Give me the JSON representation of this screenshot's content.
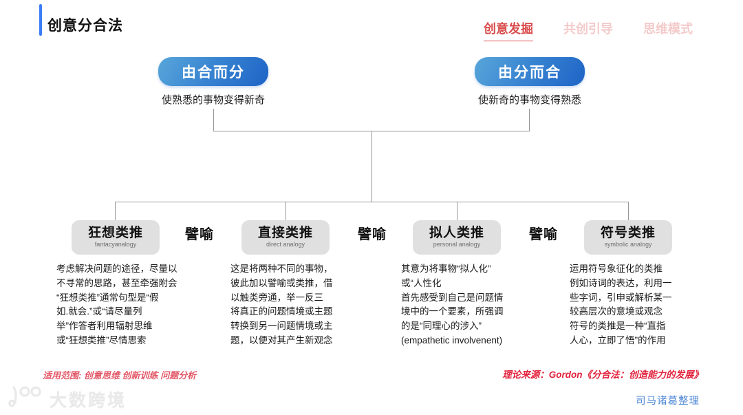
{
  "header": {
    "title": "创意分合法",
    "tabs": [
      {
        "label": "创意发掘",
        "active": true
      },
      {
        "label": "共创引导",
        "active": false
      },
      {
        "label": "思维模式",
        "active": false
      }
    ]
  },
  "branches": [
    {
      "label": "由合而分",
      "caption": "使熟悉的事物变得新奇"
    },
    {
      "label": "由分而合",
      "caption": "使新奇的事物变得熟悉"
    }
  ],
  "metaphor_labels": [
    "譬喻",
    "譬喻",
    "譬喻"
  ],
  "categories": [
    {
      "title": "狂想类推",
      "subtitle": "fantacyanalogy",
      "description": "考虑解决问题的途径，尽量以\n不寻常的思路，甚至牵强附会\n“狂想类推”通常句型是“假\n如.就会.”或“请尽量列\n举”作答者利用辐射思维\n或“狂想类推”尽情思索"
    },
    {
      "title": "直接类推",
      "subtitle": "direct analogy",
      "description": "这是将两种不同的事物，\n彼此加以譬喻或类推，借\n以触类旁通，举一反三\n将真正的问题情境或主题\n转换到另一问题情境或主\n题，以便对其产生新观念"
    },
    {
      "title": "拟人类推",
      "subtitle": "personal analogy",
      "description": "其意为将事物“拟人化”\n或“人性化\n首先感受到自己是问题情\n境中的一个要素，所强调\n的是“同理心的涉入”\n(empathetic involvenent)"
    },
    {
      "title": "符号类推",
      "subtitle": "symbolic analogy",
      "description": "运用符号象征化的类推\n例如诗词的表达，利用一\n些字词，引申或解析某一\n较高层次的意境或观念\n符号的类推是一种“直指\n人心，立即了悟”的作用"
    }
  ],
  "footer": {
    "scope": "适用范围: 创意思维 创新训练 问题分析",
    "source": "理论来源：Gordon《分合法：创造能力的发展》",
    "watermark": "大数跨境",
    "credit": "司马诸葛整理"
  },
  "colors": {
    "accent_blue": "#3c7df6",
    "pill_gradient_start": "#58a6da",
    "pill_gradient_end": "#1e64c6",
    "tab_active_red": "#d94c4c",
    "tab_inactive_pink": "#f4caca",
    "box_gray": "#e0e0e0",
    "line_gray": "#979797",
    "footer_red": "#e25666",
    "credit_blue": "#4c86d6"
  }
}
